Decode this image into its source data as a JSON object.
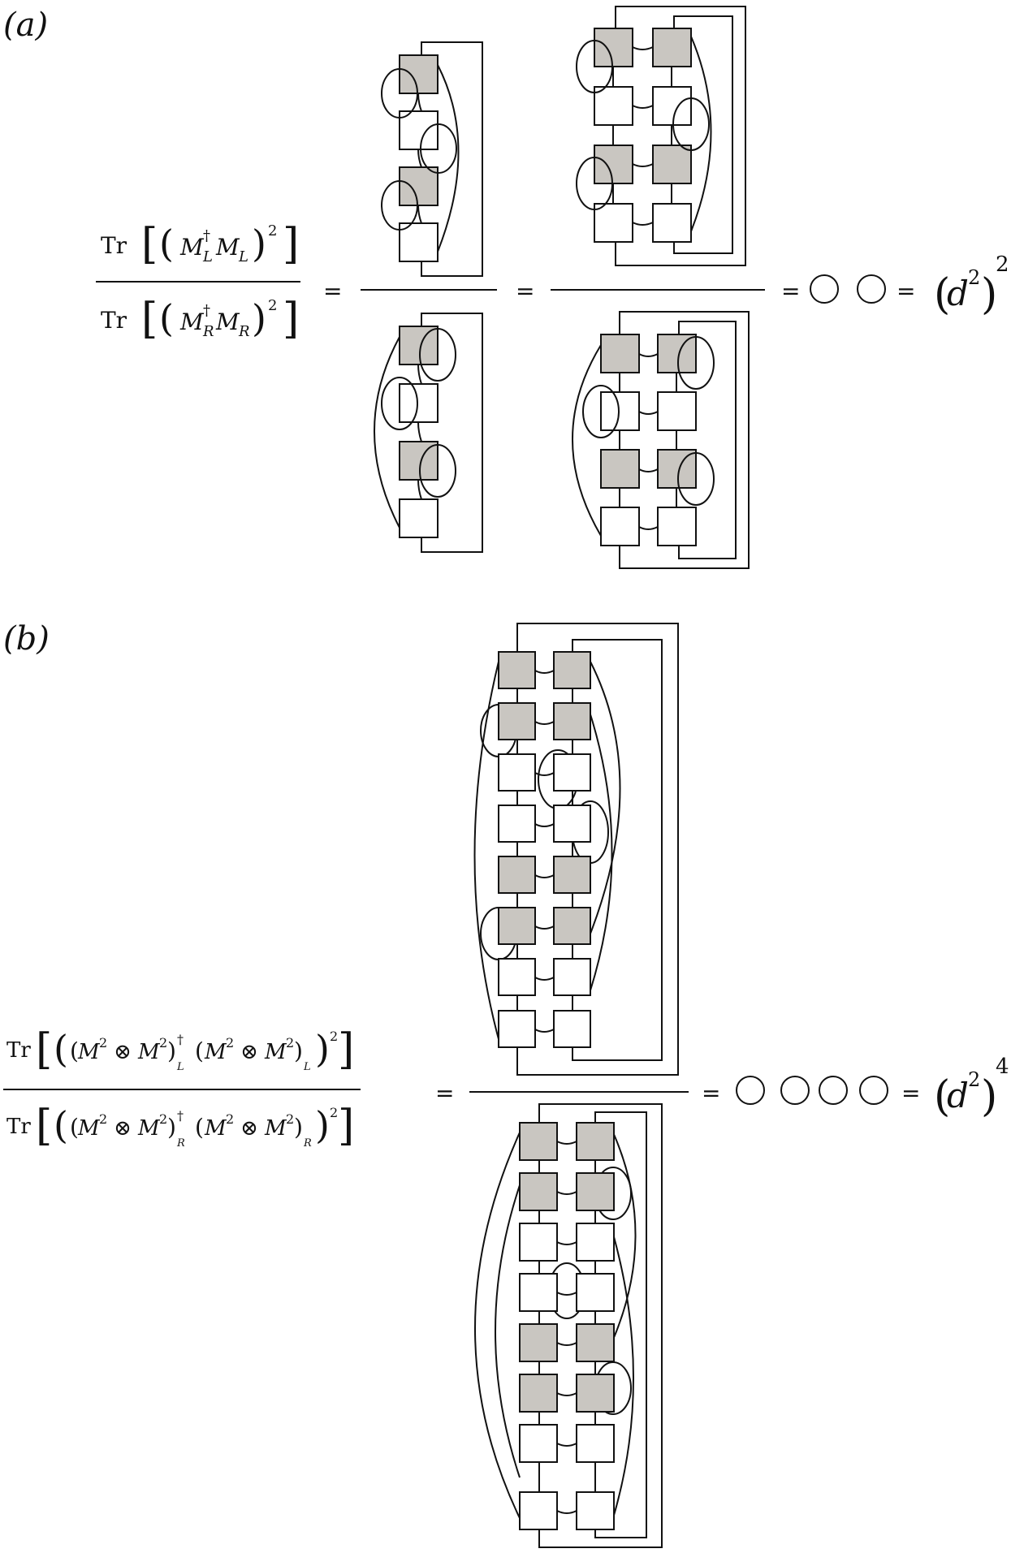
{
  "panels": [
    {
      "label": "(a)",
      "tr": "Tr",
      "num": {
        "M": "M",
        "dagger": "†",
        "subL": "L",
        "subL2": "L",
        "pow": "2"
      },
      "den": {
        "M": "M",
        "dagger": "†",
        "subR": "R",
        "subR2": "R",
        "pow": "2"
      },
      "equals": "=",
      "result_base": "d",
      "result_inner_exp": "2",
      "result_outer_exp": "2"
    },
    {
      "label": "(b)",
      "tr": "Tr",
      "M": "M",
      "inner_pow": "2",
      "otimes": "⊗",
      "dagger": "†",
      "subL": "L",
      "subR": "R",
      "pow": "2",
      "equals": "=",
      "result_base": "d",
      "result_inner_exp": "2",
      "result_outer_exp": "4"
    }
  ],
  "colors": {
    "shaded_tensor": "#c9c6c1",
    "line": "#111111"
  }
}
